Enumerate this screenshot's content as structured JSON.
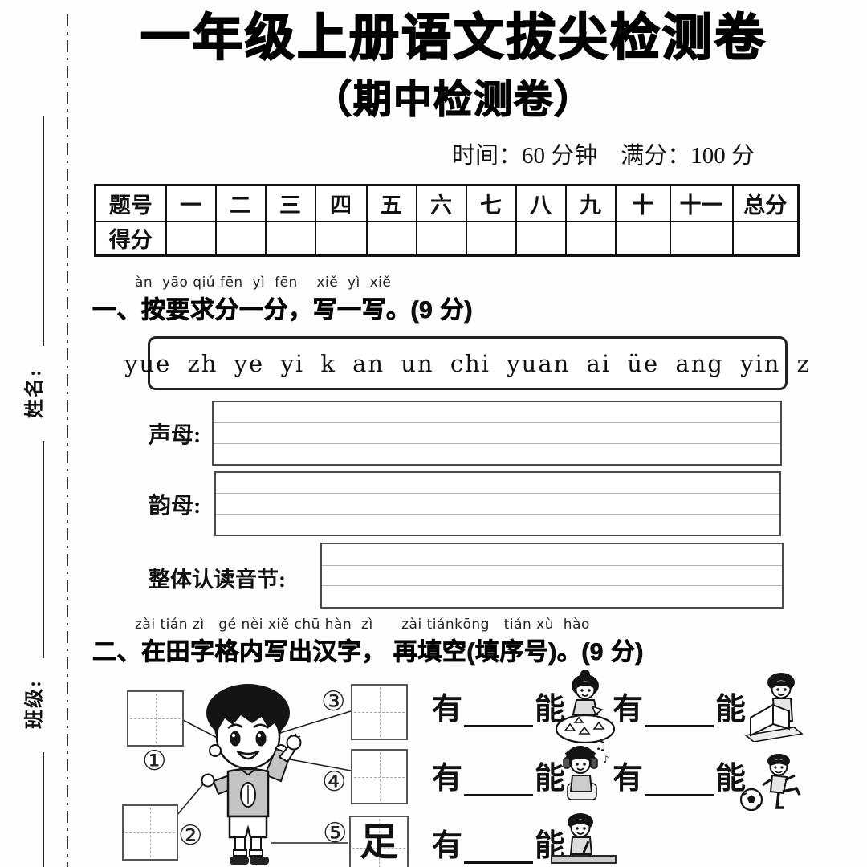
{
  "page": {
    "title": "一年级上册语文拔尖检测卷",
    "subtitle": "（期中检测卷）",
    "time_score_line": "时间：60 分钟　满分：100 分"
  },
  "margin": {
    "name_label": "姓名:",
    "class_label": "班级:"
  },
  "score_table": {
    "headers": [
      "题号",
      "一",
      "二",
      "三",
      "四",
      "五",
      "六",
      "七",
      "八",
      "九",
      "十",
      "十一",
      "总分"
    ],
    "score_row_label": "得分"
  },
  "section_one": {
    "pinyin": "àn  yāo qiú fēn  yì  fēn    xiě  yì  xiě",
    "heading": "一、按要求分一分，写一写。(9 分)",
    "syllable_box": "yue zh ye yi k an un chi yuan ai üe ang yin z",
    "shengmu_label": "声母:",
    "yunmu_label": "韵母:",
    "zhengti_label": "整体认读音节:"
  },
  "section_two": {
    "pinyin": "zài tián zì   gé nèi xiě chū hàn  zì      zài tiánkōng   tián xù  hào",
    "heading": "二、在田字格内写出汉字， 再填空(填序号)。(9 分)",
    "circled_numbers": [
      "①",
      "②",
      "③",
      "④",
      "⑤"
    ],
    "grid_five_char": "足",
    "phrase_you": "有",
    "phrase_neng": "能",
    "icons": {
      "main": "cartoon-boy-body-parts",
      "item1": "girl-folding-paper-at-table",
      "item2": "boy-reading-book",
      "item3": "girl-listening-music-headphones",
      "item4": "boy-kicking-soccer-ball",
      "item5": "boy-eating-at-table"
    }
  }
}
